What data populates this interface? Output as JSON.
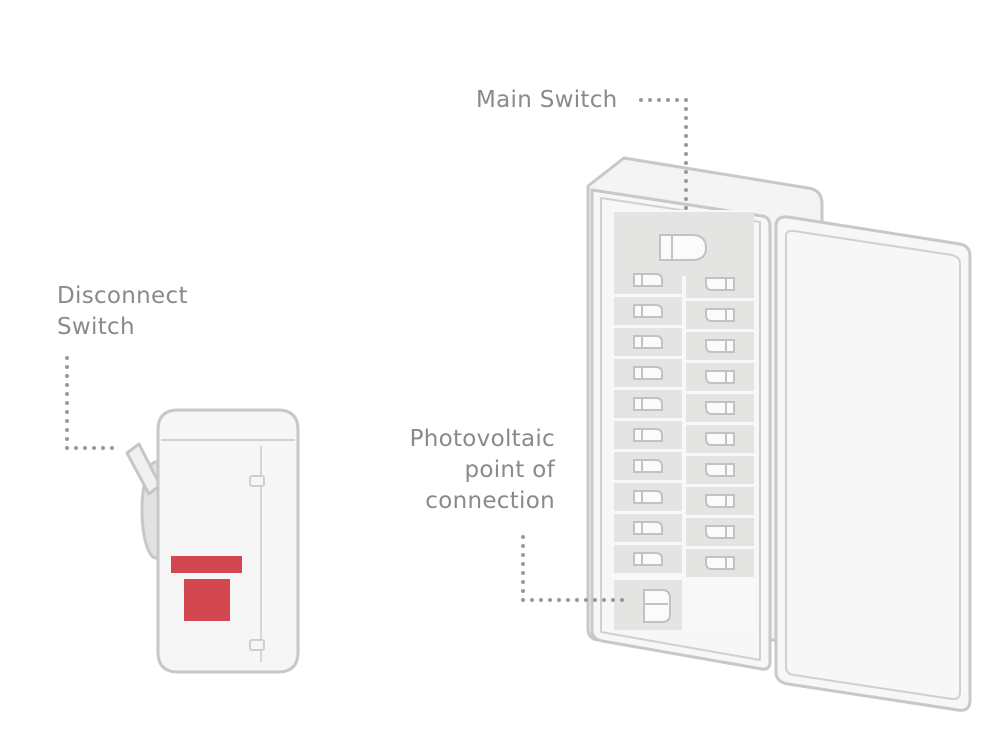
{
  "labels": {
    "main_switch": "Main Switch",
    "disconnect_line1": "Disconnect",
    "disconnect_line2": "Switch",
    "pv_line1": "Photovoltaic",
    "pv_line2": "point of",
    "pv_line3": "connection"
  },
  "colors": {
    "outline": "#c8c8c8",
    "fill": "#f6f6f6",
    "panel": "#e4e4e2",
    "accent_red": "#d2474f",
    "leader_dots": "#9a9a9a",
    "label_text": "#8a8a8a"
  },
  "breakers": {
    "left_column": 11,
    "right_column": 10
  }
}
